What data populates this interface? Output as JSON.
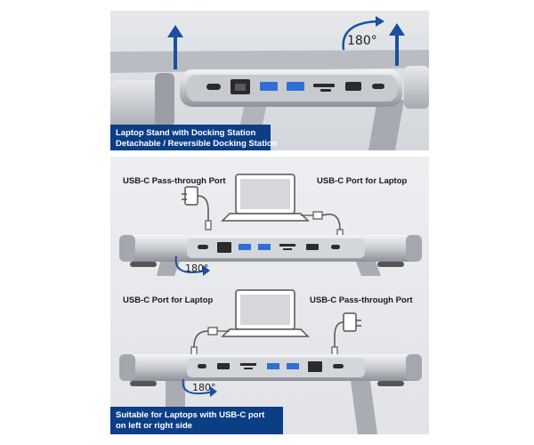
{
  "top_panel": {
    "caption_line1": "Laptop Stand with Docking Station",
    "caption_line2": "Detachable / Reversible Docking Station",
    "rotation_label": "180°"
  },
  "bottom_panel": {
    "upper_left_label": "USB-C Pass-through Port",
    "upper_right_label": "USB-C Port for Laptop",
    "upper_rotation_label": "180°",
    "lower_left_label": "USB-C Port for Laptop",
    "lower_right_label": "USB-C Pass-through Port",
    "lower_rotation_label": "180°",
    "caption_line1": "Suitable for Laptops with USB-C port",
    "caption_line2": "on left or right side"
  },
  "colors": {
    "caption_bg": "#0c3e86",
    "arrow": "#1b4fa0",
    "usb3_port": "#2f6fd6"
  }
}
